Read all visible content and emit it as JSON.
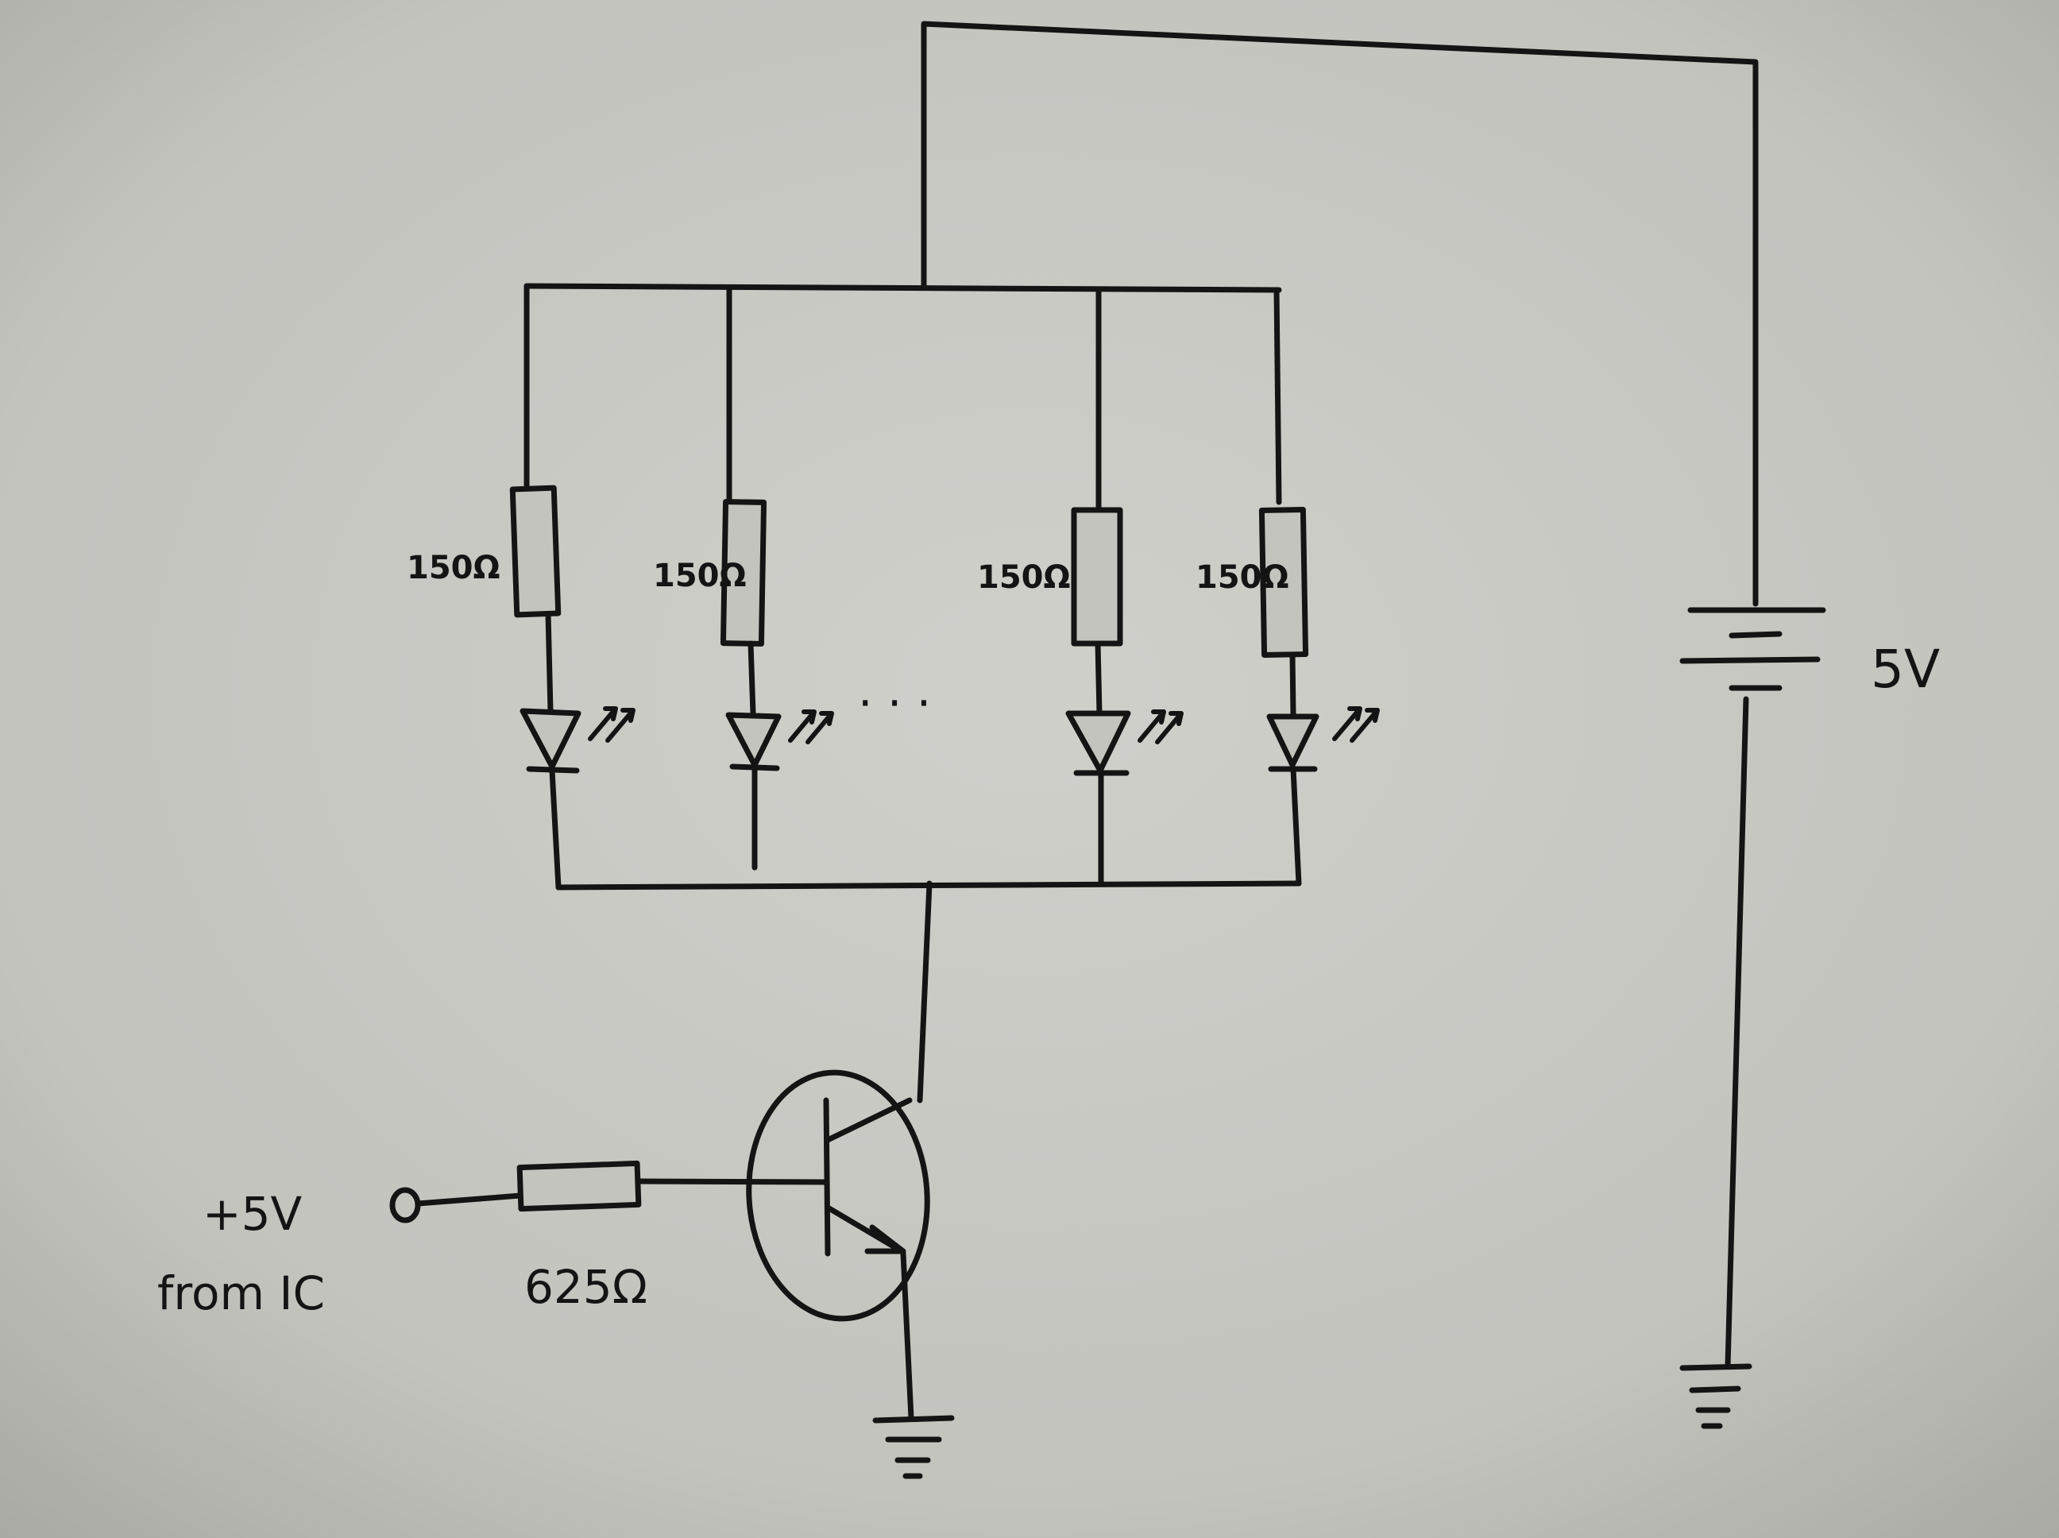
{
  "diagram": {
    "resistor_labels": [
      "150Ω",
      "150Ω",
      "150Ω",
      "150Ω"
    ],
    "ellipsis": "· · ·",
    "supply_label": "5V",
    "input_label_line1": "+5V",
    "input_label_line2": "from IC",
    "base_resistor_label": "625Ω"
  },
  "colors": {
    "ink": "#141414",
    "paper": "#c4c4bf"
  }
}
